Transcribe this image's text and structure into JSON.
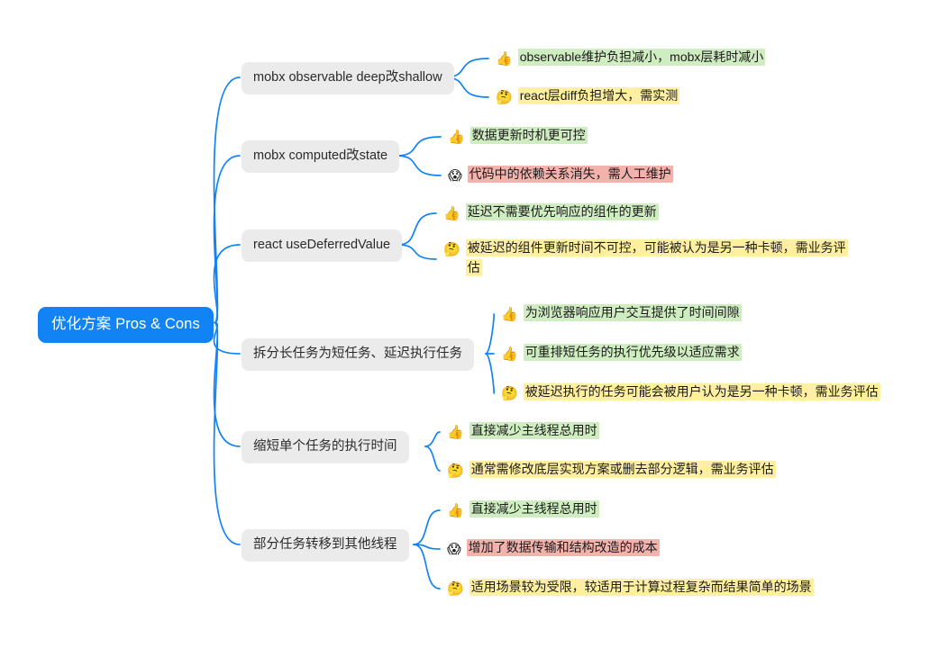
{
  "diagram": {
    "type": "mindmap",
    "background": "#ffffff",
    "link_color": "#1283f5",
    "root": {
      "label": "优化方案 Pros & Cons",
      "bg": "#1283f5",
      "text_color": "#ffffff"
    },
    "legend": {
      "pro_icon": "thumbs-up-icon",
      "pro_glyph": "👍",
      "con_icon": "thinking-face-icon",
      "con_glyph": "🤔",
      "alert_icon": "screaming-face-icon",
      "alert_glyph": "😱"
    },
    "highlights": {
      "green": "#cfedc1",
      "yellow": "#ffefa0",
      "red": "#f4b2ad",
      "branch_bg": "#ebebeb"
    },
    "branches": [
      {
        "label": "mobx observable deep改shallow",
        "leaves": [
          {
            "glyph": "👍",
            "icon": "thumbs-up-icon",
            "text": "observable维护负担减小，mobx层耗时减小",
            "highlight": "green"
          },
          {
            "glyph": "🤔",
            "icon": "thinking-face-icon",
            "text": "react层diff负担增大，需实测",
            "highlight": "yellow"
          }
        ]
      },
      {
        "label": "mobx computed改state",
        "leaves": [
          {
            "glyph": "👍",
            "icon": "thumbs-up-icon",
            "text": "数据更新时机更可控",
            "highlight": "green"
          },
          {
            "glyph": "😱",
            "icon": "screaming-face-icon",
            "text": "代码中的依赖关系消失，需人工维护",
            "highlight": "red"
          }
        ]
      },
      {
        "label": "react useDeferredValue",
        "leaves": [
          {
            "glyph": "👍",
            "icon": "thumbs-up-icon",
            "text": "延迟不需要优先响应的组件的更新",
            "highlight": "green"
          },
          {
            "glyph": "🤔",
            "icon": "thinking-face-icon",
            "text": "被延迟的组件更新时间不可控，可能被认为是另一种卡顿，需业务评估",
            "highlight": "yellow"
          }
        ]
      },
      {
        "label": "拆分长任务为短任务、延迟执行任务",
        "leaves": [
          {
            "glyph": "👍",
            "icon": "thumbs-up-icon",
            "text": "为浏览器响应用户交互提供了时间间隙",
            "highlight": "green"
          },
          {
            "glyph": "👍",
            "icon": "thumbs-up-icon",
            "text": "可重排短任务的执行优先级以适应需求",
            "highlight": "green"
          },
          {
            "glyph": "🤔",
            "icon": "thinking-face-icon",
            "text": "被延迟执行的任务可能会被用户认为是另一种卡顿，需业务评估",
            "highlight": "yellow"
          }
        ]
      },
      {
        "label": "缩短单个任务的执行时间",
        "leaves": [
          {
            "glyph": "👍",
            "icon": "thumbs-up-icon",
            "text": "直接减少主线程总用时",
            "highlight": "green"
          },
          {
            "glyph": "🤔",
            "icon": "thinking-face-icon",
            "text": "通常需修改底层实现方案或删去部分逻辑，需业务评估",
            "highlight": "yellow"
          }
        ]
      },
      {
        "label": "部分任务转移到其他线程",
        "leaves": [
          {
            "glyph": "👍",
            "icon": "thumbs-up-icon",
            "text": "直接减少主线程总用时",
            "highlight": "green"
          },
          {
            "glyph": "😱",
            "icon": "screaming-face-icon",
            "text": "增加了数据传输和结构改造的成本",
            "highlight": "red"
          },
          {
            "glyph": "🤔",
            "icon": "thinking-face-icon",
            "text": "适用场景较为受限，较适用于计算过程复杂而结果简单的场景",
            "highlight": "yellow"
          }
        ]
      }
    ]
  }
}
